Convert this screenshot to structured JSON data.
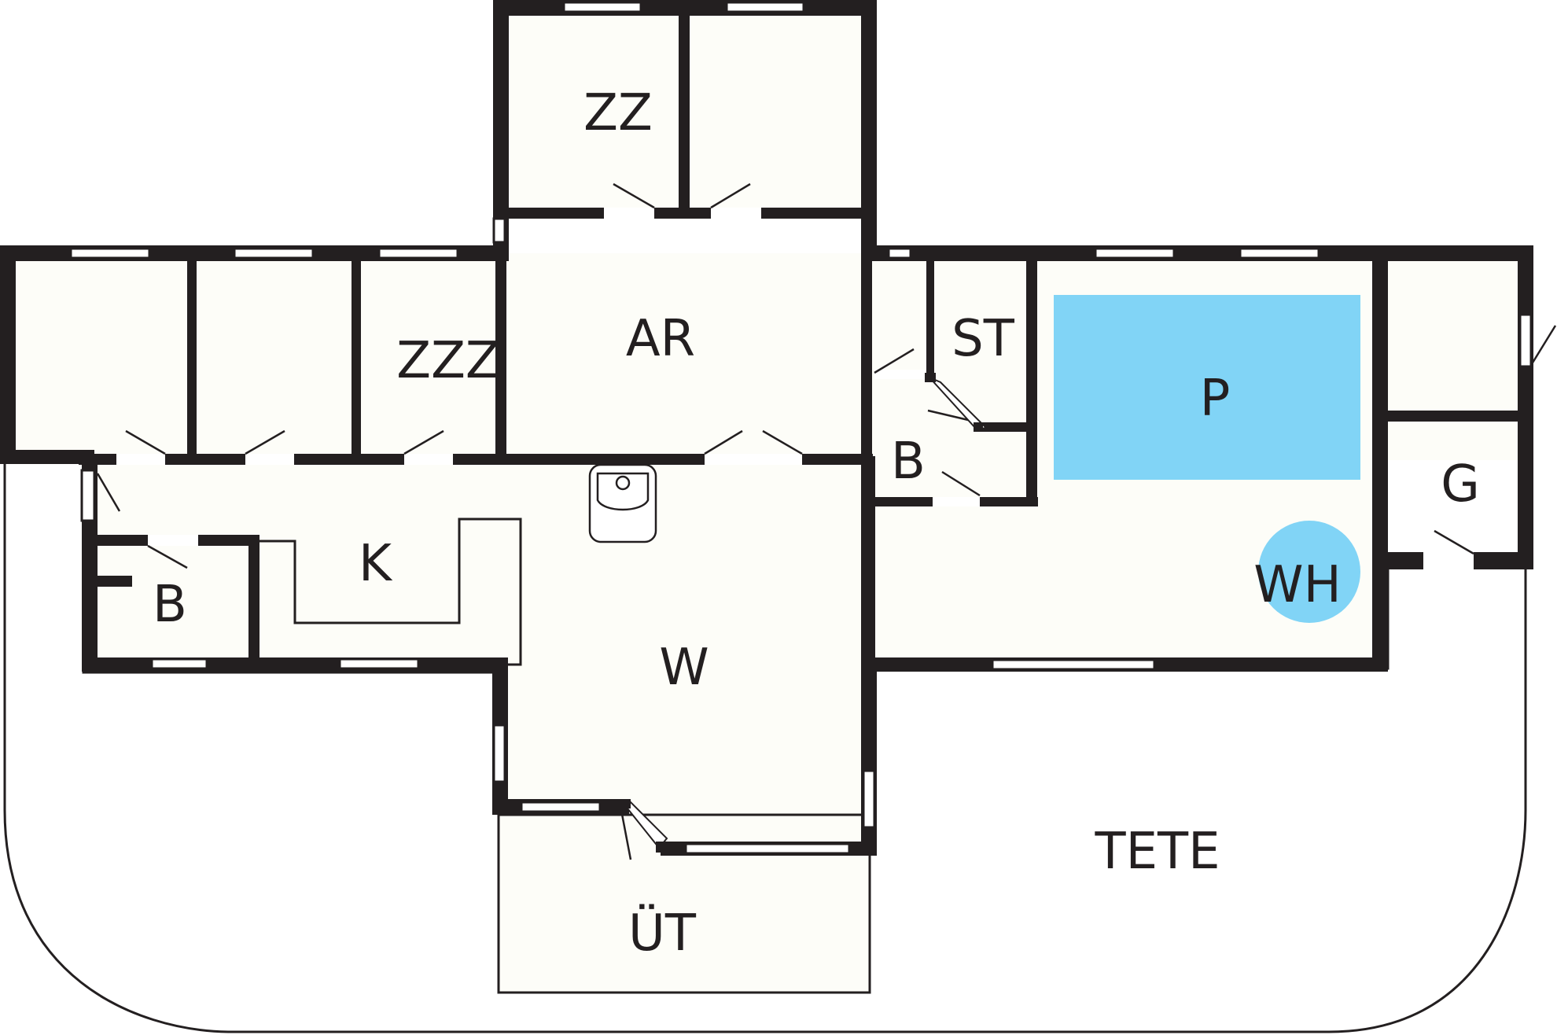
{
  "colors": {
    "wall": "#231f20",
    "floor": "#fdfdf8",
    "pool": "#81d4f6",
    "whirlpool": "#81d4f6"
  },
  "rooms": {
    "zz": "ZZ",
    "zzz": "ZZZ",
    "ar": "AR",
    "st": "ST",
    "p": "P",
    "b_right": "B",
    "g": "G",
    "wh": "WH",
    "k": "K",
    "b_left": "B",
    "w": "W",
    "ut": "ÜT",
    "tete": "TETE"
  },
  "icons": [
    "washbasin-icon"
  ]
}
